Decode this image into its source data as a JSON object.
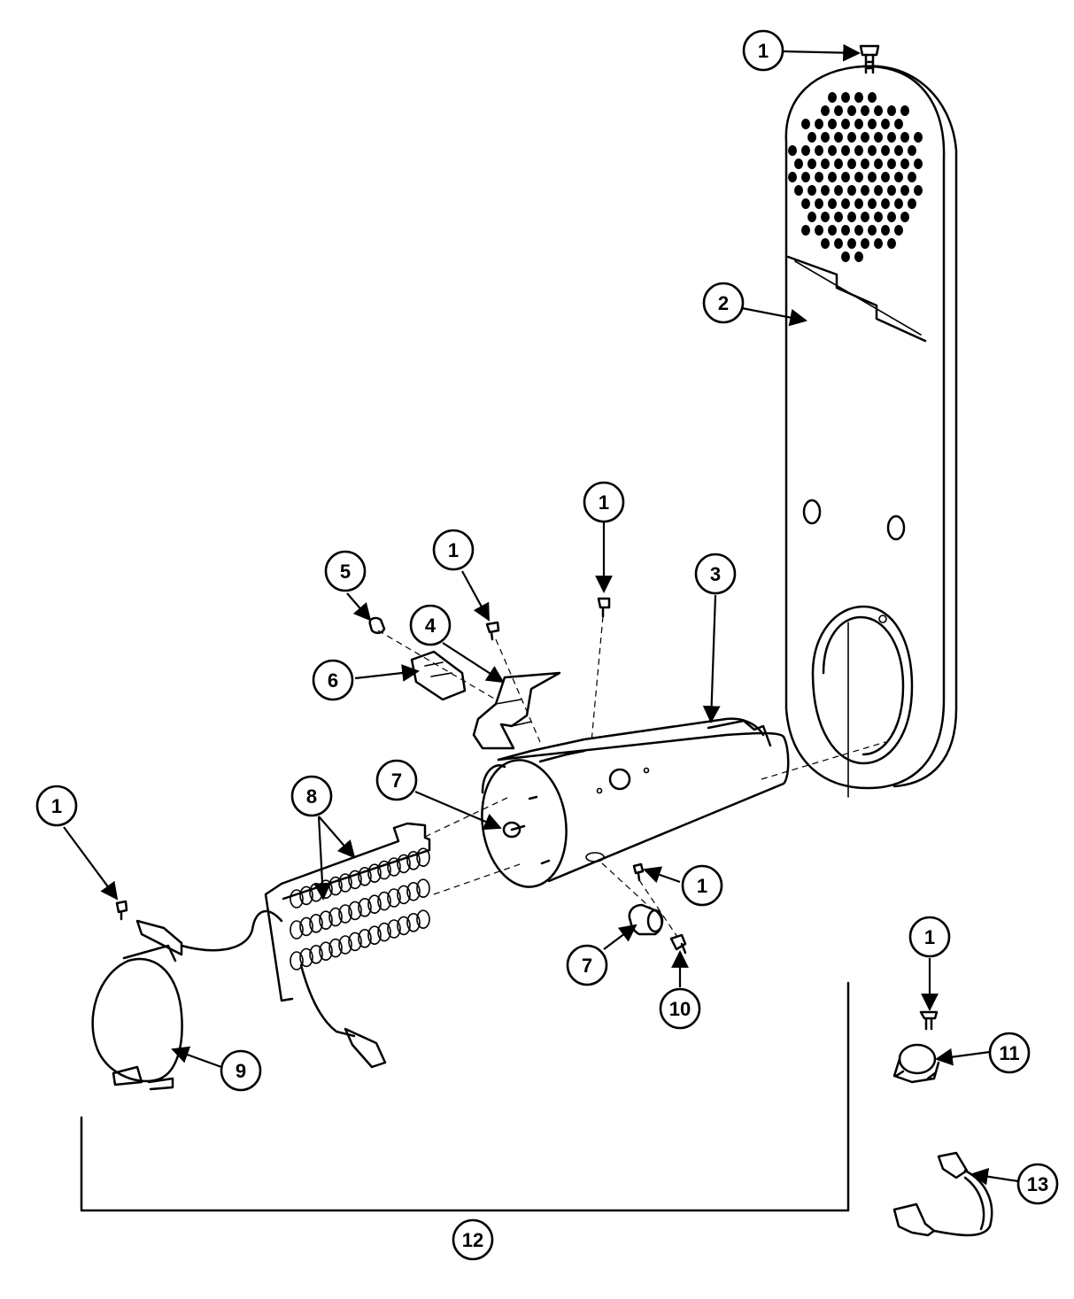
{
  "callouts": [
    {
      "id": "c1-top",
      "label": "1"
    },
    {
      "id": "c2",
      "label": "2"
    },
    {
      "id": "c1-mid",
      "label": "1"
    },
    {
      "id": "c1-bracket",
      "label": "1"
    },
    {
      "id": "c3",
      "label": "3"
    },
    {
      "id": "c5",
      "label": "5"
    },
    {
      "id": "c4",
      "label": "4"
    },
    {
      "id": "c6",
      "label": "6"
    },
    {
      "id": "c7-top",
      "label": "7"
    },
    {
      "id": "c8",
      "label": "8"
    },
    {
      "id": "c1-left",
      "label": "1"
    },
    {
      "id": "c1-right",
      "label": "1"
    },
    {
      "id": "c7-bottom",
      "label": "7"
    },
    {
      "id": "c10",
      "label": "10"
    },
    {
      "id": "c1-thermostat",
      "label": "1"
    },
    {
      "id": "c11",
      "label": "11"
    },
    {
      "id": "c9",
      "label": "9"
    },
    {
      "id": "c13",
      "label": "13"
    },
    {
      "id": "c12",
      "label": "12"
    }
  ]
}
